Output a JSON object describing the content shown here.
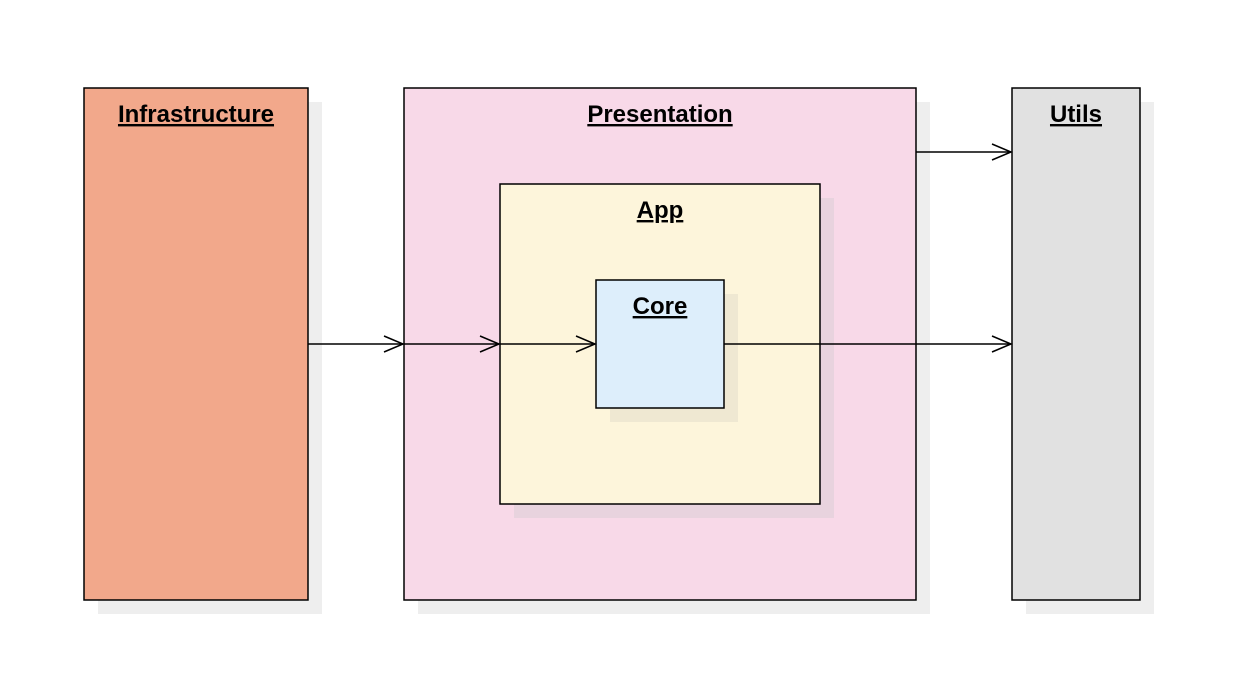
{
  "diagram": {
    "boxes": {
      "infrastructure": {
        "label": "Infrastructure",
        "fill": "#F2A88B"
      },
      "presentation": {
        "label": "Presentation",
        "fill": "#F8D9E8"
      },
      "app": {
        "label": "App",
        "fill": "#FDF5DB"
      },
      "core": {
        "label": "Core",
        "fill": "#DDEEFB"
      },
      "utils": {
        "label": "Utils",
        "fill": "#E1E1E1"
      }
    },
    "colors": {
      "shadow": "#EEEEEE",
      "stroke": "#000000"
    }
  }
}
